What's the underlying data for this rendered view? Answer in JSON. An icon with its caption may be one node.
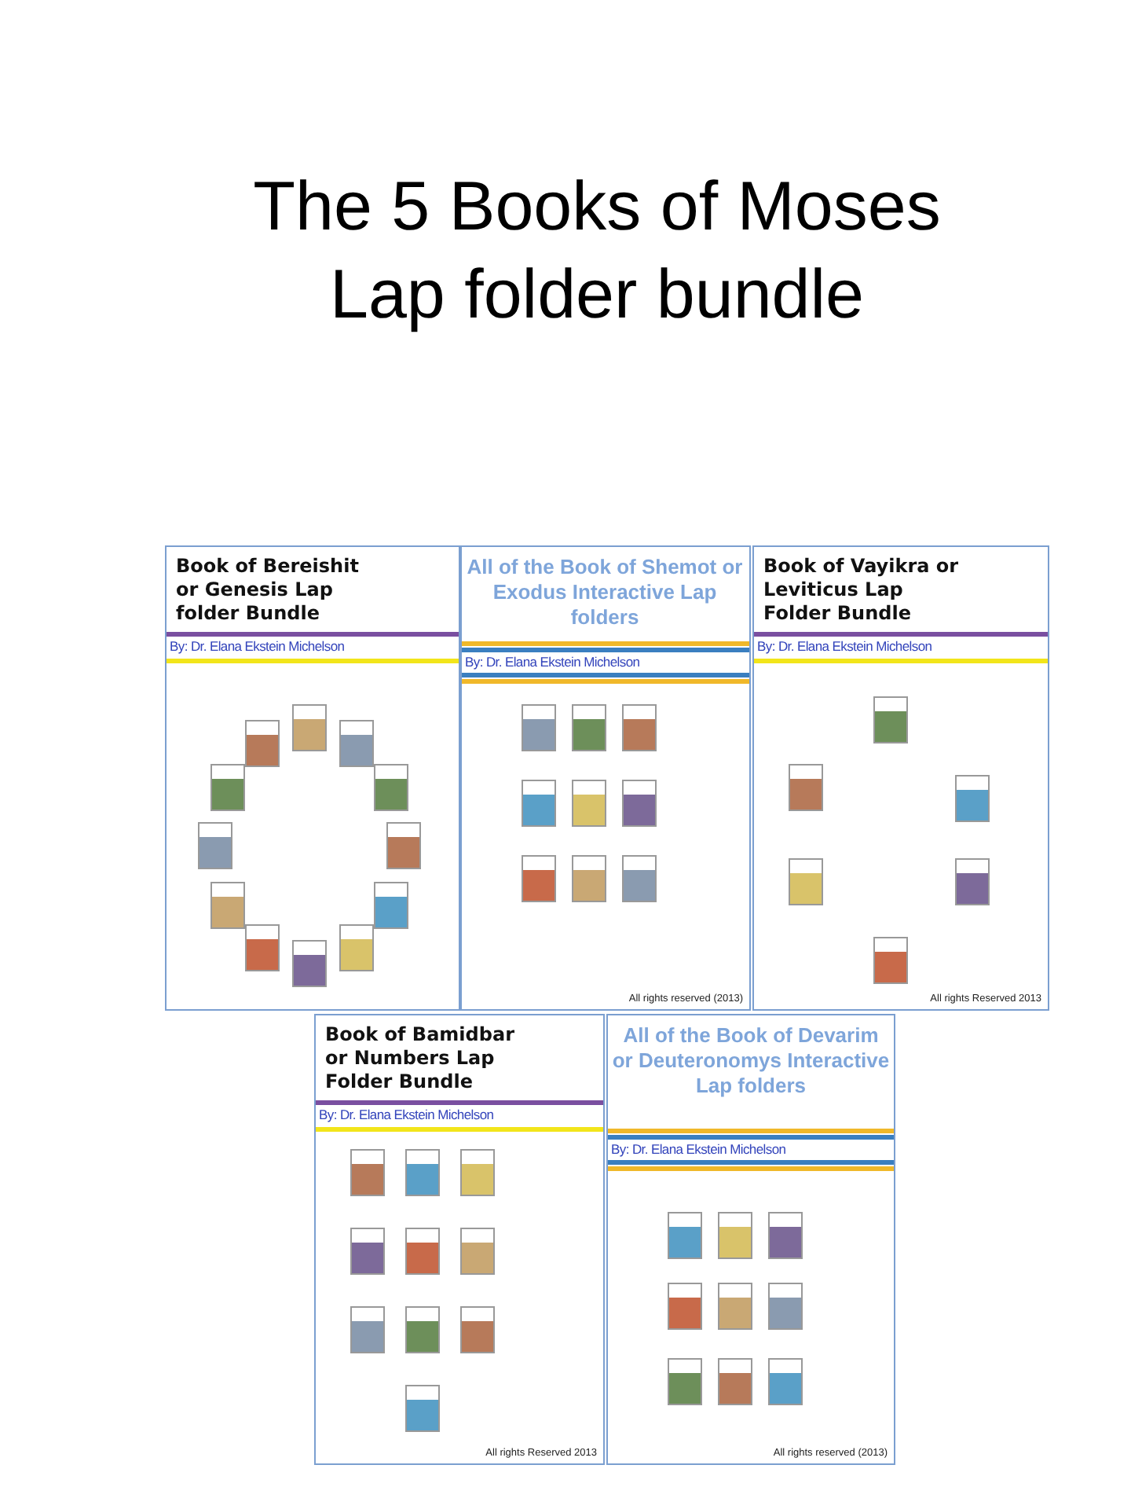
{
  "diagram": {
    "title": "The 5 Books of Moses Lap folder bundle",
    "nodes": [
      {
        "text": [
          "Book of Bereishit or Genesis Lap folder Bundle",
          "By: Dr. Elana Ekstein Michelson"
        ]
      },
      {
        "text": [
          "All of the Book of Shemot or Exodus Interactive Lap folders",
          "By: Dr. Elana Ekstein Michelson",
          "All rights reserved (2013)"
        ]
      },
      {
        "text": [
          "Book of Vayikra or Leviticus Lap Folder Bundle",
          "By: Dr. Elana Ekstein Michelson",
          "All rights Reserved 2013"
        ]
      },
      {
        "text": [
          "Book of Bamidbar or Numbers Lap Folder Bundle",
          "By: Dr. Elana Ekstein Michelson",
          "All rights Reserved 2013"
        ]
      },
      {
        "text": [
          "All of the Book of Devarim or Deuteronomys Interactive Lap folders",
          "By: Dr. Elana Ekstein Michelson",
          "All rights reserved (2013)"
        ]
      }
    ],
    "edges": []
  }
}
